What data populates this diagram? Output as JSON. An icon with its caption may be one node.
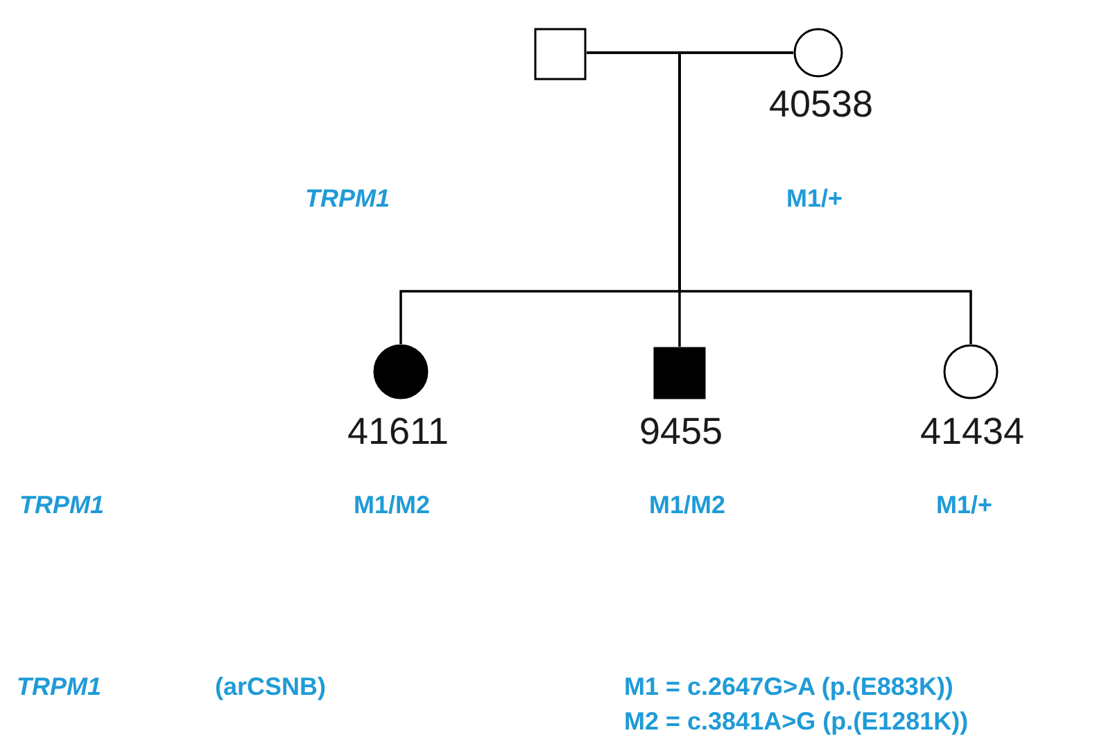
{
  "diagram": {
    "nodes": [
      {
        "text": [],
        "shape": "box"
      },
      {
        "text": [
          "40538"
        ]
      },
      {
        "text": [
          "41611"
        ]
      },
      {
        "text": [
          "9455"
        ]
      },
      {
        "text": [
          "41434"
        ]
      }
    ],
    "edges": [
      {
        "from": 0,
        "to": 1,
        "arrow": "none"
      },
      {
        "from": 0,
        "to": 2,
        "arrow": "none"
      },
      {
        "from": 0,
        "to": 3,
        "arrow": "none"
      },
      {
        "from": 0,
        "to": 4,
        "arrow": "none"
      },
      {
        "from": 1,
        "to": 2,
        "arrow": "none"
      },
      {
        "from": 1,
        "to": 3,
        "arrow": "none"
      },
      {
        "from": 1,
        "to": 4,
        "arrow": "none"
      }
    ],
    "labels": [
      "TRPM1",
      "M1/+",
      "TRPM1",
      "M1/M2",
      "M1/M2",
      "M1/+",
      "TRPM1",
      "(arCSNB)",
      "M1 = c.2647G>A (p.(E883K))",
      "M2 = c.3841A>G (p.(E1281K))"
    ]
  }
}
